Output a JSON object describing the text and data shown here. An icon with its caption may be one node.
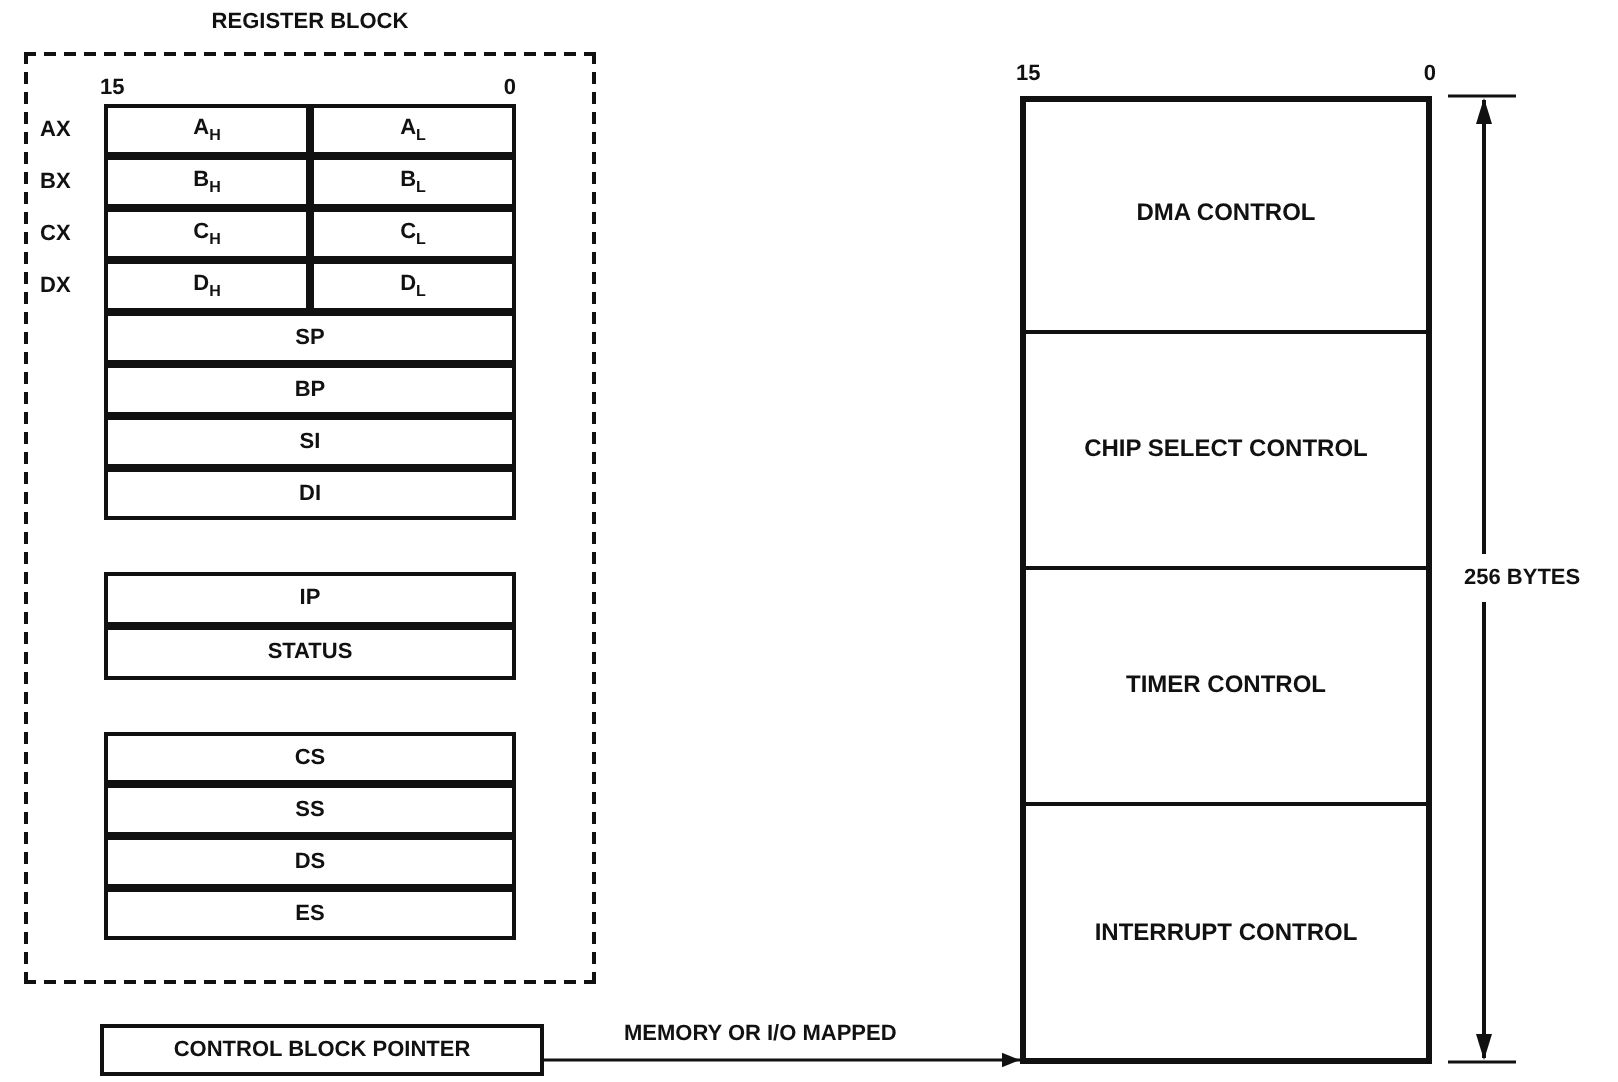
{
  "diagram": {
    "nodes": [
      {
        "text": [
          "REGISTER BLOCK"
        ]
      },
      {
        "text": [
          "A$_{H}$"
        ],
        "in": 0
      },
      {
        "text": [
          "A$_{L}$"
        ],
        "in": 0
      },
      {
        "text": [
          "B$_{H}$"
        ],
        "in": 0
      },
      {
        "text": [
          "B$_{L}$"
        ],
        "in": 0
      },
      {
        "text": [
          "C$_{H}$"
        ],
        "in": 0
      },
      {
        "text": [
          "C$_{L}$"
        ],
        "in": 0
      },
      {
        "text": [
          "D$_{H}$"
        ],
        "in": 0
      },
      {
        "text": [
          "D$_{L}$"
        ],
        "in": 0
      },
      {
        "text": [
          "SP"
        ],
        "in": 0
      },
      {
        "text": [
          "BP"
        ],
        "in": 0
      },
      {
        "text": [
          "SI"
        ],
        "in": 0
      },
      {
        "text": [
          "DI"
        ],
        "in": 0
      },
      {
        "text": [
          "IP"
        ],
        "in": 0
      },
      {
        "text": [
          "STATUS"
        ],
        "in": 0
      },
      {
        "text": [
          "CS"
        ],
        "in": 0
      },
      {
        "text": [
          "SS"
        ],
        "in": 0
      },
      {
        "text": [
          "DS"
        ],
        "in": 0
      },
      {
        "text": [
          "ES"
        ],
        "in": 0
      },
      {
        "text": [
          "CONTROL BLOCK POINTER"
        ]
      },
      {
        "text": [],
        "shape": "box"
      },
      {
        "text": [
          "DMA CONTROL"
        ],
        "in": 20
      },
      {
        "text": [
          "CHIP SELECT CONTROL"
        ],
        "in": 20
      },
      {
        "text": [
          "TIMER CONTROL"
        ],
        "in": 20
      },
      {
        "text": [
          "INTERRUPT CONTROL"
        ],
        "in": 20
      }
    ],
    "edges": [
      {
        "from": 19,
        "to": 20,
        "arrow": "to",
        "label": "MEMORY OR I/O MAPPED"
      }
    ],
    "labels": [
      "15",
      "0",
      "AX",
      "BX",
      "CX",
      "DX",
      "15",
      "0",
      "256 BYTES"
    ]
  }
}
